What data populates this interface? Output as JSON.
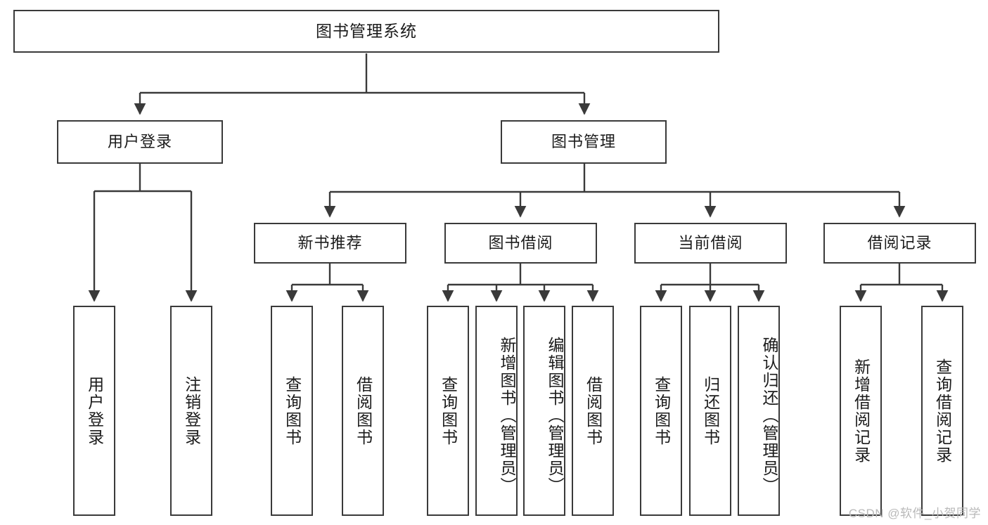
{
  "diagram": {
    "title": "图书管理系统",
    "type": "功能结构图",
    "watermark": "CSDN @软件_小贺同学",
    "colors": {
      "stroke": "#3a3a3a",
      "fill": "#ffffff",
      "text": "#1b1b1b",
      "watermark": "#b9b9b9"
    },
    "root": {
      "label": "图书管理系统"
    },
    "level2": [
      {
        "id": "user-login",
        "label": "用户登录"
      },
      {
        "id": "book-manage",
        "label": "图书管理"
      }
    ],
    "level3": [
      {
        "id": "new-book-recommend",
        "label": "新书推荐"
      },
      {
        "id": "book-borrow",
        "label": "图书借阅"
      },
      {
        "id": "current-borrow",
        "label": "当前借阅"
      },
      {
        "id": "borrow-record",
        "label": "借阅记录"
      }
    ],
    "leaves": [
      {
        "id": "leaf-user-login",
        "label": "用户登录",
        "parent": "user-login"
      },
      {
        "id": "leaf-logout",
        "label": "注销登录",
        "parent": "user-login"
      },
      {
        "id": "leaf-query-book-1",
        "label": "查询图书",
        "parent": "new-book-recommend"
      },
      {
        "id": "leaf-borrow-book-1",
        "label": "借阅图书",
        "parent": "new-book-recommend"
      },
      {
        "id": "leaf-query-book-2",
        "label": "查询图书",
        "parent": "book-borrow"
      },
      {
        "id": "leaf-add-book",
        "label": "新增图书（管理员）",
        "parent": "book-borrow"
      },
      {
        "id": "leaf-edit-book",
        "label": "编辑图书（管理员）",
        "parent": "book-borrow"
      },
      {
        "id": "leaf-borrow-book-2",
        "label": "借阅图书",
        "parent": "book-borrow"
      },
      {
        "id": "leaf-query-book-3",
        "label": "查询图书",
        "parent": "current-borrow"
      },
      {
        "id": "leaf-return-book",
        "label": "归还图书",
        "parent": "current-borrow"
      },
      {
        "id": "leaf-confirm-return",
        "label": "确认归还（管理员）",
        "parent": "current-borrow"
      },
      {
        "id": "leaf-add-record",
        "label": "新增借阅记录",
        "parent": "borrow-record"
      },
      {
        "id": "leaf-query-record",
        "label": "查询借阅记录",
        "parent": "borrow-record"
      }
    ]
  }
}
